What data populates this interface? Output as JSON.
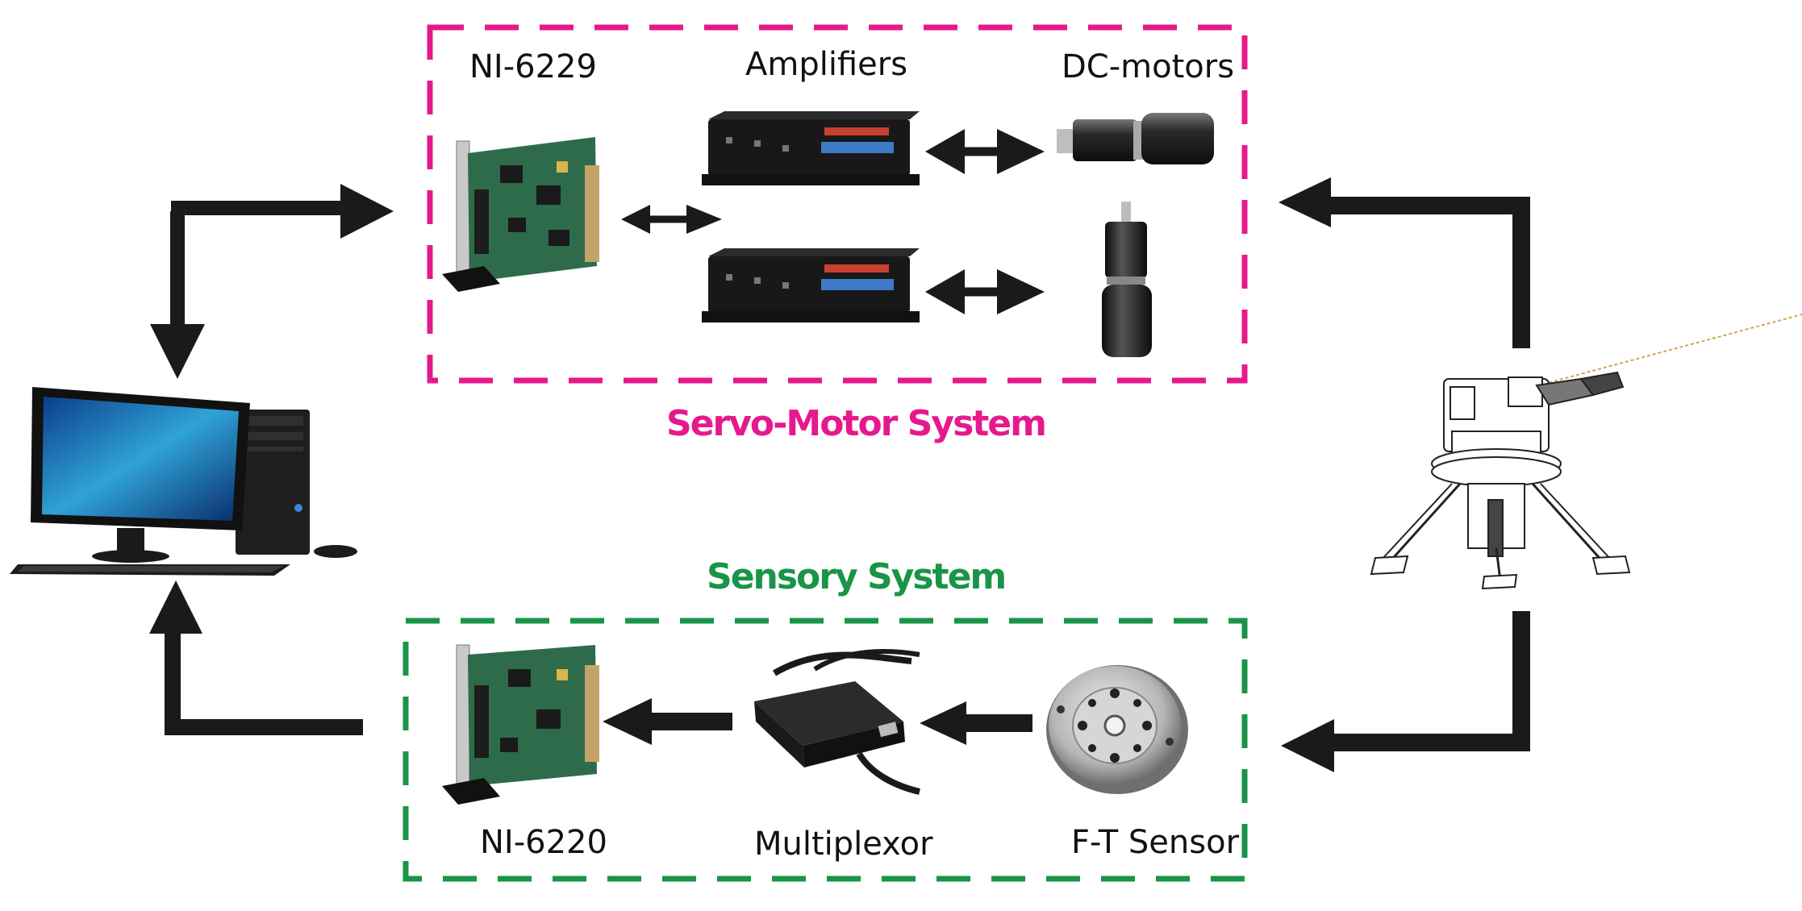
{
  "labels": {
    "ni6229": "NI-6229",
    "amplifiers": "Amplifiers",
    "dc_motors": "DC-motors",
    "ni6220": "NI-6220",
    "multiplexor": "Multiplexor",
    "ft_sensor": "F-T Sensor"
  },
  "systems": {
    "servo": "Servo-Motor System",
    "sensory": "Sensory System"
  },
  "colors": {
    "servo": "#e6198c",
    "sensory": "#1a9447",
    "arrow": "#1a1a1a"
  },
  "icons": {
    "computer": "desktop-computer-icon",
    "daq_card": "daq-card-icon",
    "amplifier": "amplifier-icon",
    "dc_motor": "dc-motor-icon",
    "multiplexor": "multiplexor-icon",
    "ft_sensor": "ft-sensor-icon",
    "robot": "haptic-robot-icon"
  }
}
